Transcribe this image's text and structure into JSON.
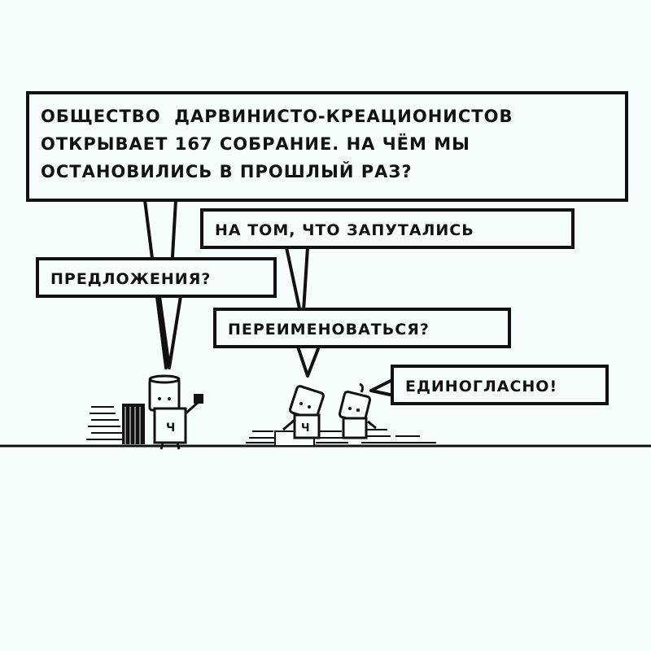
{
  "bubbles": {
    "top_lines": [
      "ОБЩЕСТВО  ДАРВИНИСТО-КРЕАЦИОНИСТОВ",
      "ОТКРЫВАЕТ 167 СОБРАНИЕ. НА ЧЁМ МЫ",
      "ОСТАНОВИЛИСЬ В ПРОШЛЫЙ РАЗ?"
    ],
    "reply_1": "НА ТОМ, ЧТО ЗАПУТАЛИСЬ",
    "proposals": "ПРЕДЛОЖЕНИЯ?",
    "rename": "ПЕРЕИМЕНОВАТЬСЯ?",
    "unanimous": "ЕДИНОГЛАСНО!"
  },
  "characters": {
    "left_sign": "Ч",
    "middle_sign": "Ч"
  },
  "colors": {
    "ink": "#111111",
    "paper": "#f7fefe"
  }
}
